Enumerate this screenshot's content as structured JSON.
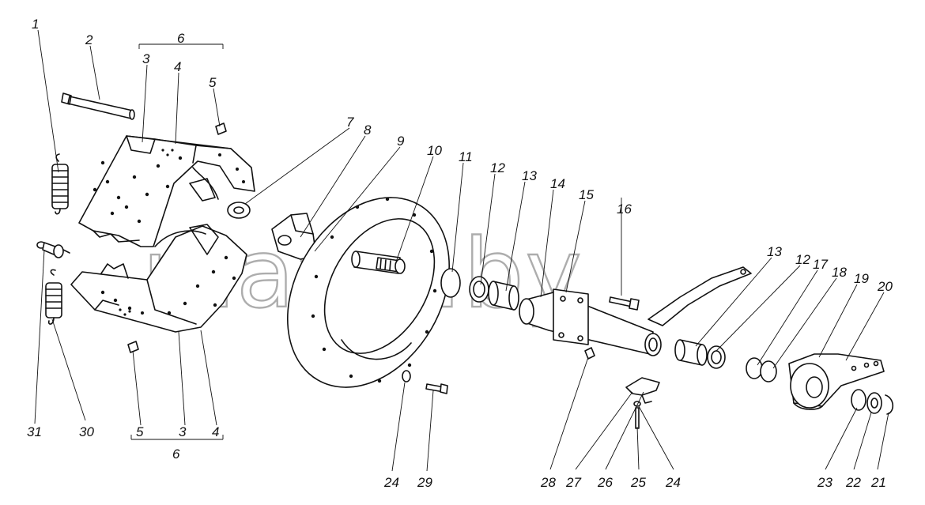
{
  "watermark": "mazik.by",
  "callouts": {
    "n1": "1",
    "n2": "2",
    "n3a": "3",
    "n4a": "4",
    "n5a": "5",
    "n6a": "6",
    "n7": "7",
    "n8": "8",
    "n9": "9",
    "n10": "10",
    "n11": "11",
    "n12a": "12",
    "n13a": "13",
    "n14": "14",
    "n15": "15",
    "n16": "16",
    "n13b": "13",
    "n12b": "12",
    "n17": "17",
    "n18": "18",
    "n19": "19",
    "n20": "20",
    "n31": "31",
    "n30": "30",
    "n5b": "5",
    "n3b": "3",
    "n4b": "4",
    "n6b": "6",
    "n24a": "24",
    "n29": "29",
    "n28": "28",
    "n27": "27",
    "n26": "26",
    "n25": "25",
    "n24b": "24",
    "n23": "23",
    "n22": "22",
    "n21": "21"
  }
}
